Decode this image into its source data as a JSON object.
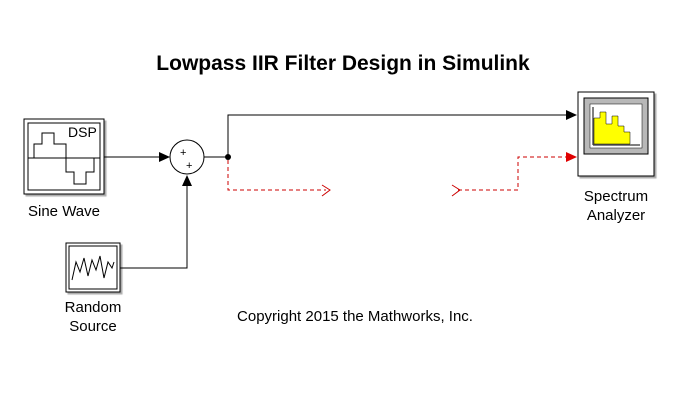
{
  "title": "Lowpass IIR Filter Design in Simulink",
  "copyright": "Copyright 2015 the Mathworks, Inc.",
  "blocks": {
    "sine_wave": {
      "label": "Sine Wave",
      "badge": "DSP"
    },
    "random_source": {
      "label_line1": "Random",
      "label_line2": "Source"
    },
    "sum": {
      "sign_top": "+",
      "sign_bottom": "+"
    },
    "spectrum_analyzer": {
      "label_line1": "Spectrum",
      "label_line2": "Analyzer"
    }
  },
  "colors": {
    "line": "#000000",
    "unconnected_line": "#cc0000",
    "scope_bar": "#ffff00",
    "scope_screen": "#b8b8b8"
  }
}
